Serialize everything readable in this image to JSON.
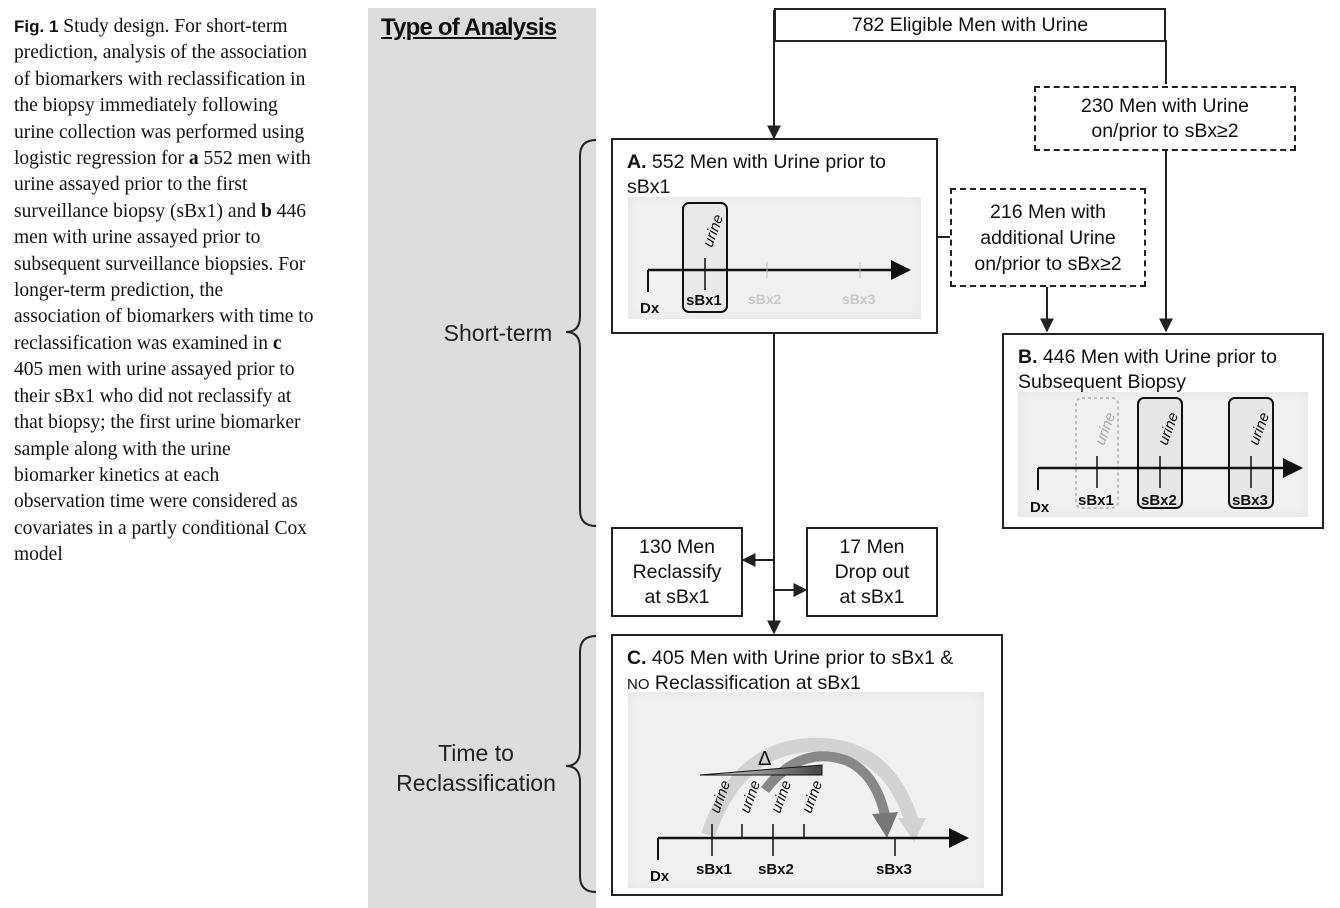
{
  "caption": {
    "label": "Fig. 1",
    "text_1": "Study design. For short-term prediction, analysis of the association of biomarkers with reclassification in the biopsy immediately following urine collection was performed using logistic regression for ",
    "a": "a",
    "text_2": " 552 men with urine assayed prior to the first surveillance biopsy (sBx1) and ",
    "b": "b",
    "text_3": " 446 men with urine assayed prior to subsequent surveillance biopsies. For longer-term prediction, the association of biomarkers with time to reclassification was examined in ",
    "c": "c",
    "text_4": " 405 men with urine assayed prior to their sBx1 who did not reclassify at that biopsy; the first urine biomarker sample along with the urine biomarker kinetics at each observation time were considered as covariates in a partly conditional Cox model"
  },
  "diagram": {
    "heading": "Type of Analysis",
    "short_term": "Short-term",
    "time_to_1": "Time to",
    "time_to_2": "Reclassification",
    "eligible": "782 Eligible Men with Urine",
    "men230_1": "230 Men with Urine",
    "men230_2": "on/prior to sBx≥2",
    "men216_1": "216 Men with",
    "men216_2": "additional Urine",
    "men216_3": "on/prior to sBx≥2",
    "boxA_letter": "A.",
    "boxA_text": " 552 Men with Urine prior to sBx1",
    "boxB_letter": "B.",
    "boxB_line1": " 446 Men with Urine prior to",
    "boxB_line2": "Subsequent Biopsy",
    "boxC_letter": "C.",
    "boxC_line1": " 405 Men with Urine prior to sBx1 &",
    "boxC_no": "NO",
    "boxC_line2": " Reclassification at sBx1",
    "reclass_1": "130 Men",
    "reclass_2": "Reclassify",
    "reclass_3": "at sBx1",
    "drop_1": "17 Men",
    "drop_2": "Drop out",
    "drop_3": "at sBx1",
    "dx": "Dx",
    "sbx1": "sBx1",
    "sbx2": "sBx2",
    "sbx3": "sBx3",
    "urine": "urine",
    "delta": "Δ"
  }
}
